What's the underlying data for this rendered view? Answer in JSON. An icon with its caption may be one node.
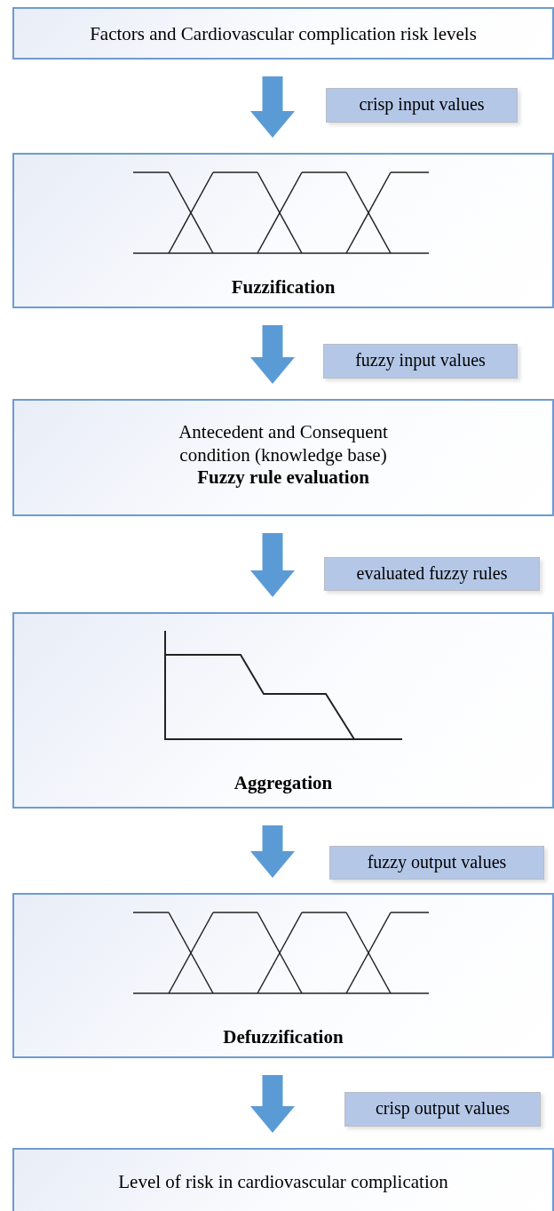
{
  "diagram": {
    "nodes": [
      {
        "text": [
          "Factors and Cardiovascular complication risk levels"
        ]
      },
      {
        "text": [
          "crisp input values"
        ]
      },
      {
        "text": [
          "Fuzzification"
        ]
      },
      {
        "text": [
          "fuzzy input values"
        ]
      },
      {
        "text": [
          "Antecedent and Consequent condition (knowledge base)",
          "Fuzzy rule evaluation"
        ]
      },
      {
        "text": [
          "evaluated fuzzy rules"
        ]
      },
      {
        "text": [
          "Aggregation"
        ]
      },
      {
        "text": [
          "fuzzy output values"
        ]
      },
      {
        "text": [
          "Defuzzification"
        ]
      },
      {
        "text": [
          "crisp output values"
        ]
      },
      {
        "text": [
          "Level of risk in cardiovascular complication"
        ]
      }
    ],
    "edges": [
      {
        "from": 0,
        "to": 2,
        "arrow": "to"
      },
      {
        "from": 2,
        "to": 4,
        "arrow": "to"
      },
      {
        "from": 4,
        "to": 6,
        "arrow": "to"
      },
      {
        "from": 6,
        "to": 8,
        "arrow": "to"
      },
      {
        "from": 8,
        "to": 10,
        "arrow": "to"
      }
    ]
  }
}
